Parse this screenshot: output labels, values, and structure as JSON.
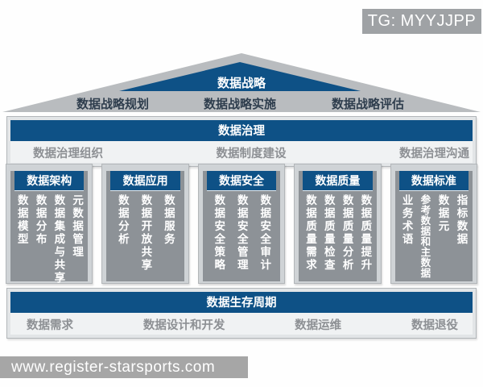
{
  "colors": {
    "primary_blue": "#0e5186",
    "pillar_body_gray": "#8d9297",
    "roof_gray": "#b9bcbf",
    "frame_light_gray": "#cfd3d6",
    "muted_gray_text": "#8d9094",
    "roof_label_text": "#2e3d4d",
    "badge_gray": "#9fa2a5"
  },
  "top_watermark": {
    "label": "TG: MYYJJPP"
  },
  "roof": {
    "title": "数据战略",
    "items": [
      {
        "label": "数据战略规划"
      },
      {
        "label": "数据战略实施"
      },
      {
        "label": "数据战略评估"
      }
    ]
  },
  "governance": {
    "title": "数据治理",
    "items": [
      {
        "label": "数据治理组织"
      },
      {
        "label": "数据制度建设"
      },
      {
        "label": "数据治理沟通"
      }
    ]
  },
  "pillars": [
    {
      "title": "数据架构",
      "items": [
        "数据模型",
        "数据分布",
        "数据集成与共享",
        "元数据管理"
      ]
    },
    {
      "title": "数据应用",
      "items": [
        "数据分析",
        "数据开放共享",
        "数据服务"
      ]
    },
    {
      "title": "数据安全",
      "items": [
        "数据安全策略",
        "数据安全管理",
        "数据安全审计"
      ]
    },
    {
      "title": "数据质量",
      "items": [
        "数据质量需求",
        "数据质量检查",
        "数据质量分析",
        "数据质量提升"
      ]
    },
    {
      "title": "数据标准",
      "items": [
        "业务术语",
        "参考数据和主数据",
        "数据元",
        "指标数据"
      ]
    }
  ],
  "lifecycle": {
    "title": "数据生存周期",
    "items": [
      {
        "label": "数据需求"
      },
      {
        "label": "数据设计和开发"
      },
      {
        "label": "数据运维"
      },
      {
        "label": "数据退役"
      }
    ]
  },
  "bottom_watermark": {
    "label": "www.register-starsports.com"
  }
}
